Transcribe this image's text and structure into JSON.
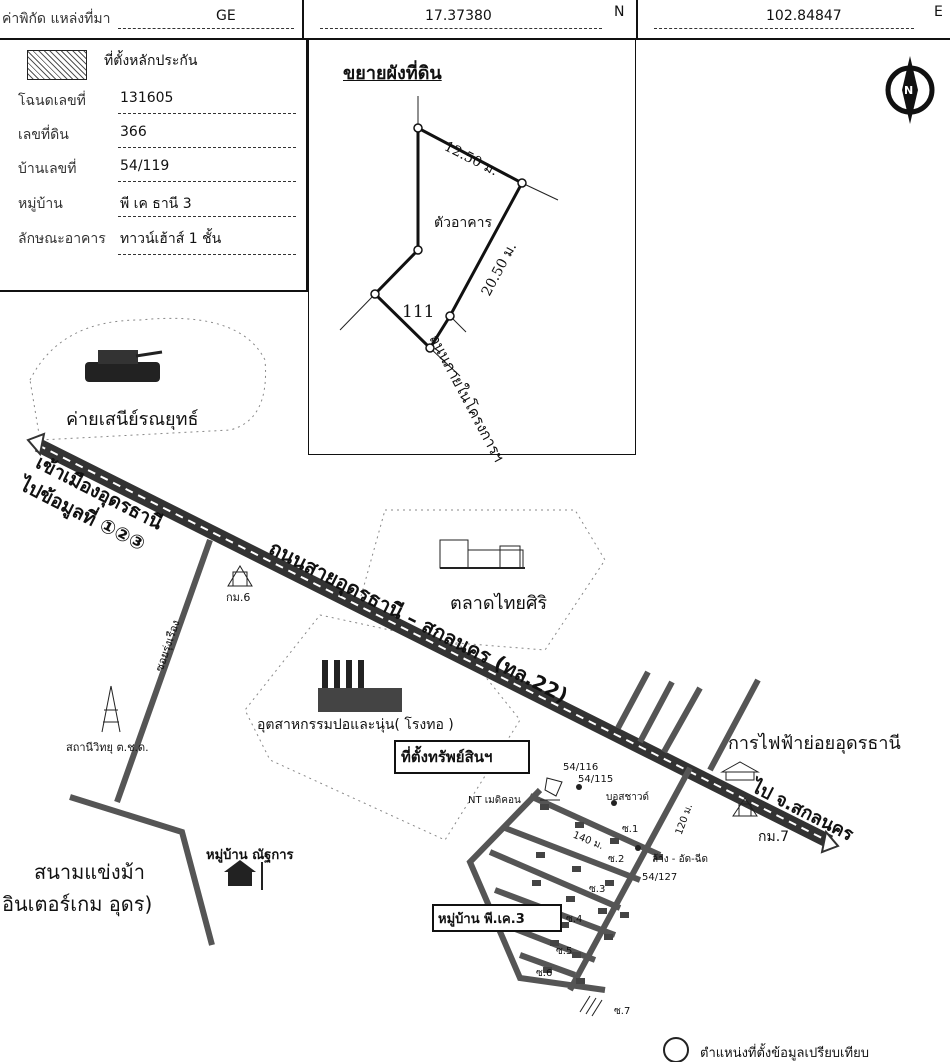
{
  "header": {
    "coord_label": "ค่าพิกัด แหล่งที่มา",
    "source": "GE",
    "lat": "17.37380",
    "lat_dir": "N",
    "lon": "102.84847",
    "lon_dir": "E"
  },
  "legend": {
    "marker_label": "ที่ตั้งหลักประกัน",
    "rows": [
      {
        "label": "โฉนดเลขที่",
        "value": "131605"
      },
      {
        "label": "เลขที่ดิน",
        "value": "366"
      },
      {
        "label": "บ้านเลขที่",
        "value": "54/119"
      },
      {
        "label": "หมู่บ้าน",
        "value": "พี เค ธานี 3"
      },
      {
        "label": "ลักษณะอาคาร",
        "value": "ทาวน์เฮ้าส์ 1 ชั้น"
      }
    ]
  },
  "plot": {
    "title": "ขยายผังที่ดิน",
    "side_top": "12.50 ม.",
    "side_right": "20.50 ม.",
    "building": "ตัวอาคาร",
    "parcel_no": "111",
    "road": "ถนนภายในโครงการฯ"
  },
  "compass": {
    "north": "N"
  },
  "map": {
    "camp": "ค่ายเสนีย์รณยุทธ์",
    "to_city": "เข้าเมืองอุดรธานี",
    "to_data": "ไปข้อมูลที่ ①②③",
    "highway": "ถนนสายอุดรธานี – สกลนคร (ทล.22)",
    "market": "ตลาดไทยศิริ",
    "km6": "กม.6",
    "soi_road": "ซอยรุ่งเรือง",
    "radio": "สถานีวิทยุ ต.ช.ด.",
    "industry": "อุตสาหกรรมปอและนุ่น( โรงทอ )",
    "property_box": "ที่ตั้งทรัพย์สินฯ",
    "electric": "การไฟฟ้าย่อยอุดรธานี",
    "to_sakon": "ไป จ.สกลนคร",
    "km7": "กม.7",
    "nt": "NT เมดิคอน",
    "h116": "54/116",
    "h115": "54/115",
    "bosch": "บอสชาวด์",
    "dist140": "140 ม.",
    "dist120": "120 ม.",
    "chang": "ล้าง - อัด-ฉีด",
    "h127": "54/127",
    "soi1": "ซ.1",
    "soi2": "ซ.2",
    "soi3": "ซ.3",
    "soi4": "ซ.4",
    "soi5": "ซ.5",
    "soi6": "ซ.6",
    "soi7": "ซ.7",
    "village_pk": "หมู่บ้าน พี.เค.3",
    "village_nat": "หมู่บ้าน ณัฐการ",
    "race1": "สนามแข่งม้า",
    "race2": "อินเตอร์เกม อุดร)",
    "footnote": "ตำแหน่งที่ตั้งข้อมูลเปรียบเทียบ"
  }
}
